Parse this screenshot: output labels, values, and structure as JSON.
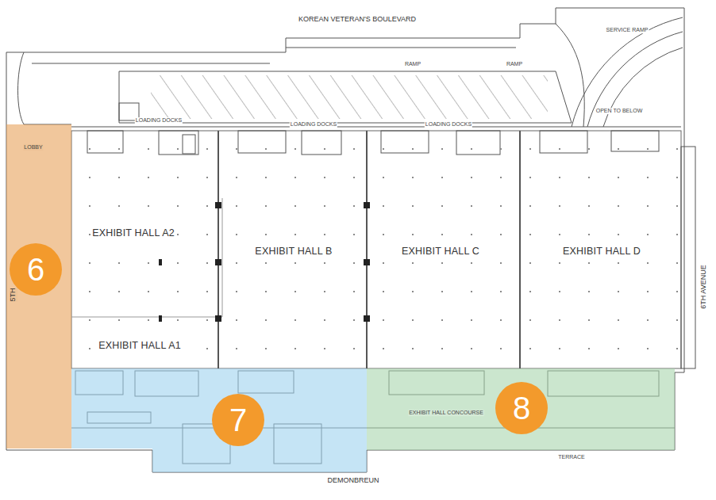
{
  "diagram": {
    "nodes": [
      {
        "text": [
          "6",
          "LOBBY"
        ]
      },
      {
        "text": [
          "7"
        ]
      },
      {
        "text": [
          "8",
          "EXHIBIT HALL CONCOURSE"
        ]
      },
      {
        "text": [
          "EXHIBIT HALL A2"
        ]
      },
      {
        "text": [
          "EXHIBIT HALL A1"
        ]
      },
      {
        "text": [
          "EXHIBIT HALL B"
        ]
      },
      {
        "text": [
          "EXHIBIT HALL C"
        ]
      },
      {
        "text": [
          "EXHIBIT HALL D"
        ]
      }
    ],
    "labels": [
      "KOREAN VETERAN'S BOULEVARD",
      "5TH",
      "6TH AVENUE",
      "DEMONBREUN",
      "TERRACE",
      "LOADING DOCKS",
      "LOADING DOCKS",
      "LOADING DOCKS",
      "RAMP",
      "RAMP",
      "SERVICE RAMP",
      "OPEN TO BELOW"
    ]
  }
}
